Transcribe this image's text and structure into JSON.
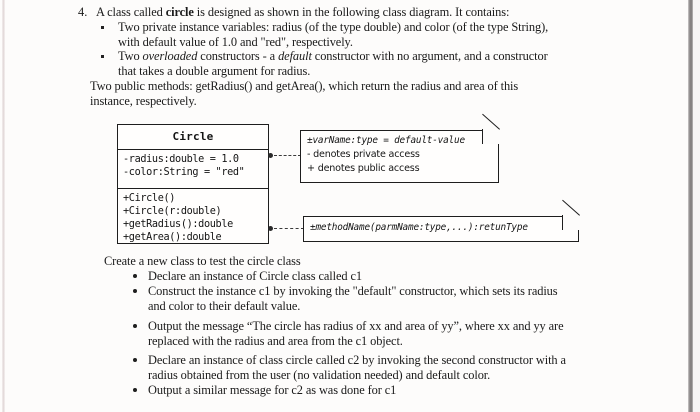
{
  "document": {
    "question_number": "4.",
    "intro": {
      "before_bold": "A class called ",
      "bold_term": "circle",
      "after_bold": " is designed as shown in the following class diagram. It contains:"
    },
    "bullets_top": [
      {
        "lines": [
          "Two private instance variables: radius (of the type double) and color (of the type String),",
          "with default value of 1.0 and \"red\", respectively."
        ]
      },
      {
        "segments_line1": [
          {
            "text": "Two ",
            "style": "normal"
          },
          {
            "text": "overloaded",
            "style": "italic"
          },
          {
            "text": " constructors - a ",
            "style": "normal"
          },
          {
            "text": "default",
            "style": "italic"
          },
          {
            "text": " constructor with no argument, and a constructor",
            "style": "normal"
          }
        ],
        "line2": "that takes a double argument for radius."
      }
    ],
    "paragraph_methods": [
      "Two public methods: getRadius() and getArea(), which return the radius and area of this",
      "instance, respectively."
    ],
    "test_class_heading": "Create a new class to test the circle class",
    "bullets_bottom": [
      {
        "lines": [
          "Declare an instance of Circle class called c1"
        ]
      },
      {
        "lines": [
          "Construct the instance c1 by invoking the \"default\" constructor, which sets its radius",
          "and color to their default value."
        ]
      },
      {
        "lines": [
          "Output the message “The circle has radius of xx and area of yy”, where xx and yy are",
          "replaced with the radius and area from the c1 object."
        ]
      },
      {
        "lines": [
          "Declare an instance of class circle called c2 by invoking the second constructor with a",
          "radius obtained from the user (no validation needed) and default color."
        ]
      },
      {
        "lines": [
          "Output a similar message for c2 as was done for c1"
        ]
      }
    ]
  },
  "class_diagram": {
    "class_name": "Circle",
    "attributes": [
      "-radius:double = 1.0",
      "-color:String = \"red\""
    ],
    "methods": [
      "+Circle()",
      "+Circle(r:double)",
      "+getRadius():double",
      "+getArea():double"
    ],
    "note_variable": {
      "line1": "±varName:type = default-value",
      "line2": "- denotes private access",
      "line3": "+ denotes public access"
    },
    "note_method": {
      "line1": "±methodName(parmName:type,...):retunType"
    }
  },
  "colors": {
    "page_background": "#fdfcfb",
    "ink": "#1a1a1a",
    "box_border": "#1e1e1e",
    "note_background": "#fffefd",
    "scan_edge_right": "#8d8a8a"
  }
}
